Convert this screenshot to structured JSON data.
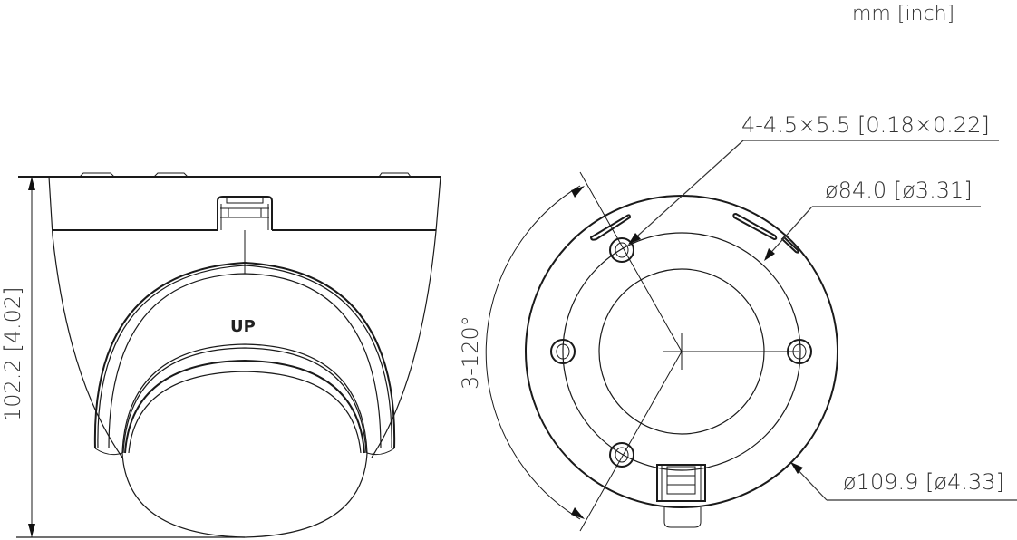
{
  "units_label": "mm [inch]",
  "side_view": {
    "height_dim": "102.2 [4.02]",
    "logo": "UP"
  },
  "bottom_view": {
    "holes_dim": "4-4.5×5.5 [0.18×0.22]",
    "inner_diameter_dim": "ø84.0 [ø3.31]",
    "outer_diameter_dim": "ø109.9 [ø4.33]",
    "angle_dim": "3-120°"
  }
}
